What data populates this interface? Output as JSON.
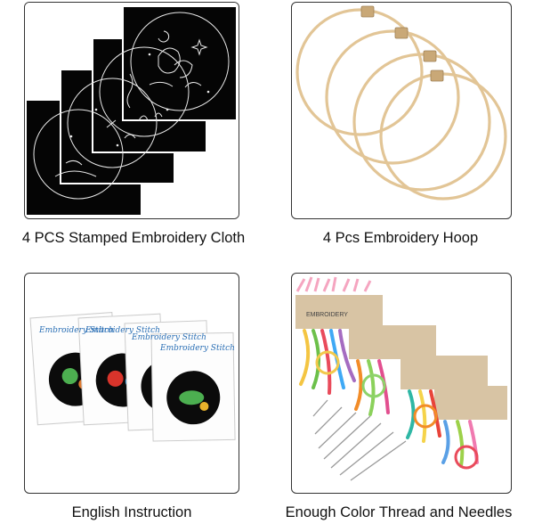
{
  "items": [
    {
      "caption": "4 PCS Stamped Embroidery Cloth",
      "image": "black-stamped-fabric-squares"
    },
    {
      "caption": "4 Pcs Embroidery Hoop",
      "image": "wooden-hoops"
    },
    {
      "caption": "English Instruction",
      "image": "instruction-booklets"
    },
    {
      "caption": "Enough Color Thread and Needles",
      "image": "thread-cards-and-needles"
    }
  ],
  "booklet_title": "Embroidery Stitch",
  "thread_card_label": "EMBROIDERY",
  "colors": {
    "border": "#333333",
    "fabric": "#050505",
    "hoop": "#e2c596",
    "clamp": "#c9a877"
  }
}
